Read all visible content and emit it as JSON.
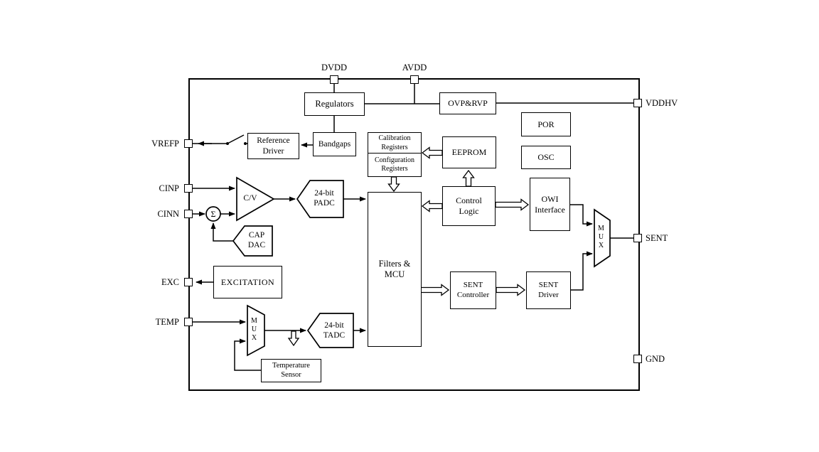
{
  "diagram": {
    "pins": {
      "dvdd": "DVDD",
      "avdd": "AVDD",
      "vddhv": "VDDHV",
      "sent": "SENT",
      "gnd": "GND",
      "vrefp": "VREFP",
      "cinp": "CINP",
      "cinn": "CINN",
      "exc": "EXC",
      "temp": "TEMP"
    },
    "blocks": {
      "regulators": "Regulators",
      "ovp_rvp": "OVP&RVP",
      "por": "POR",
      "osc": "OSC",
      "reference_driver": "Reference Driver",
      "bandgaps": "Bandgaps",
      "calibration_registers": "Calibration Registers",
      "configuration_registers": "Configuration Registers",
      "eeprom": "EEPROM",
      "control_logic": "Control Logic",
      "owi_interface": "OWI Interface",
      "filters_mcu": "Filters & MCU",
      "cv_amp": "C/V",
      "padc": "24-bit PADC",
      "cap_dac": "CAP DAC",
      "sigma": "Σ",
      "excitation": "EXCITATION",
      "mux_left": "MUX",
      "tadc": "24-bit TADC",
      "temperature_sensor": "Temperature Sensor",
      "sent_controller": "SENT Controller",
      "sent_driver": "SENT Driver",
      "mux_right": "MUX"
    },
    "colors": {
      "line": "#000000",
      "background": "#ffffff"
    }
  }
}
